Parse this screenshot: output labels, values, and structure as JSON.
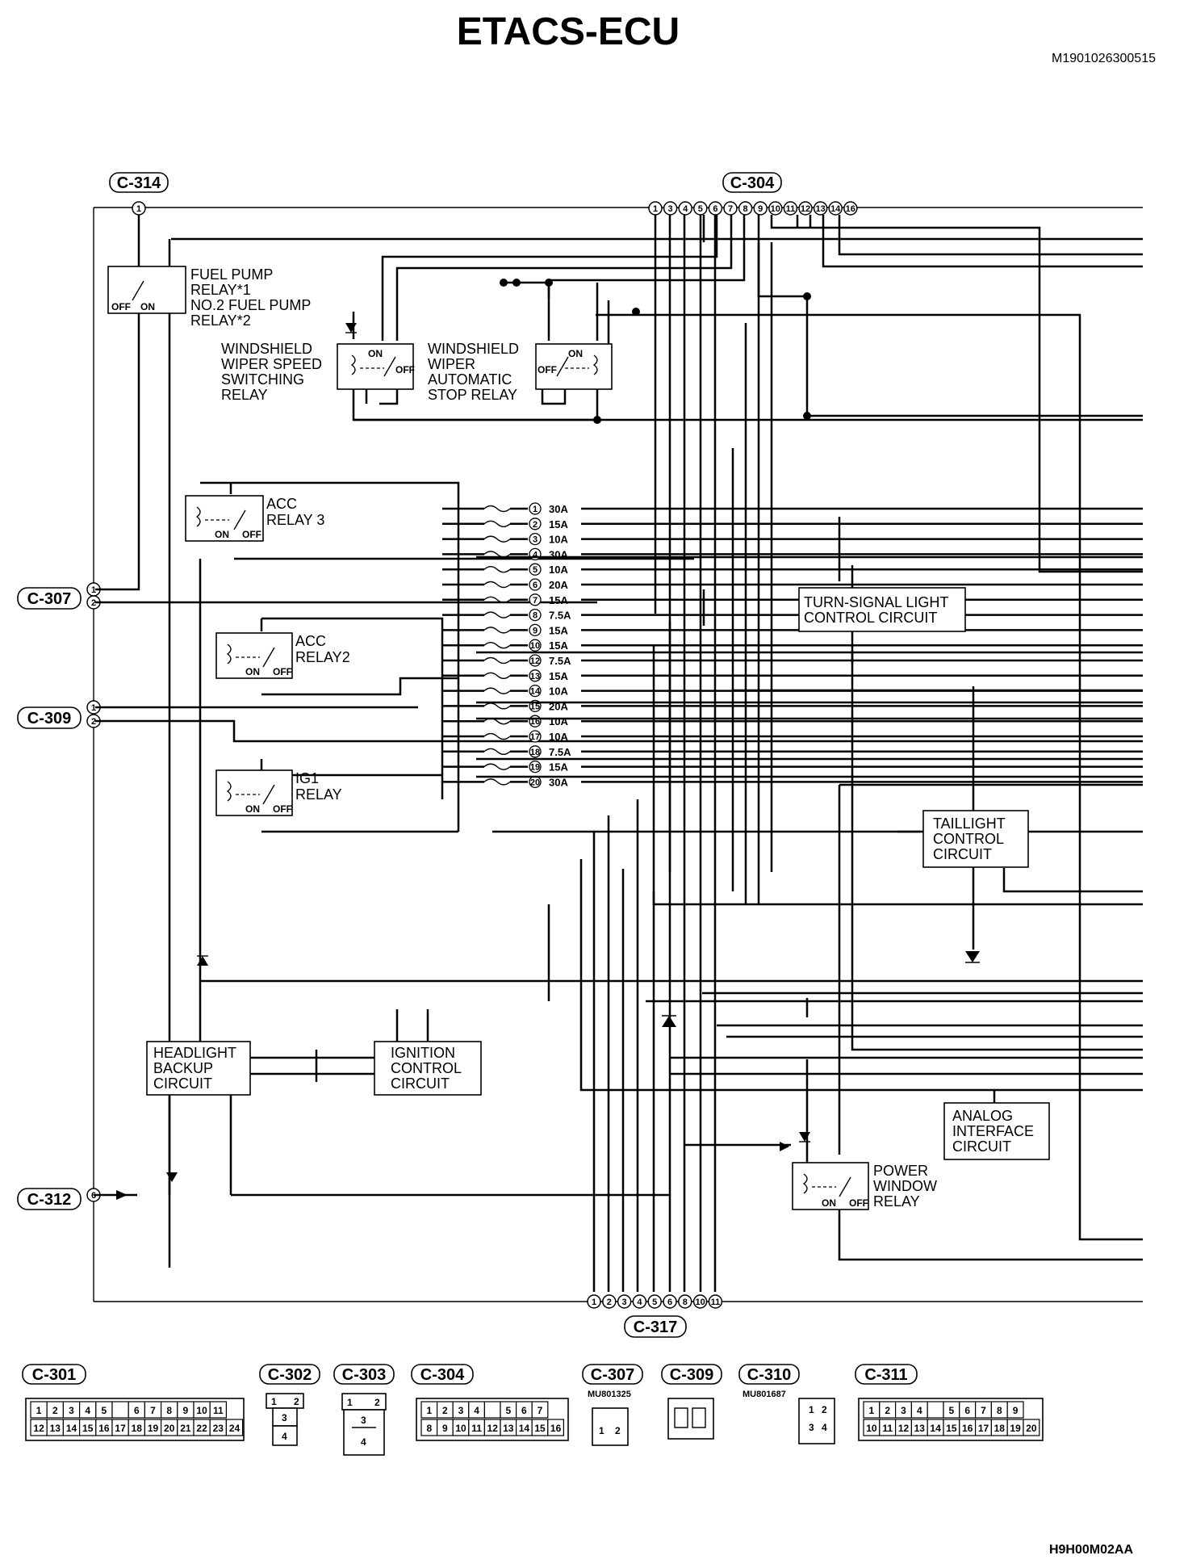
{
  "title": "ETACS-ECU",
  "reference_code": "M1901026300515",
  "figure_code": "H9H00M02AA",
  "connectors": {
    "top_left": "C-314",
    "top_right": "C-304",
    "left_1": "C-307",
    "left_2": "C-309",
    "left_3": "C-312",
    "bottom": "C-317"
  },
  "pins": {
    "c314": [
      "1"
    ],
    "c304": [
      "1",
      "3",
      "4",
      "5",
      "6",
      "7",
      "8",
      "9",
      "10",
      "11",
      "12",
      "13",
      "14",
      "16"
    ],
    "c307": [
      "1",
      "2"
    ],
    "c309": [
      "1",
      "2"
    ],
    "c312": [
      "6"
    ],
    "c317": [
      "1",
      "2",
      "3",
      "4",
      "5",
      "6",
      "8",
      "10",
      "11"
    ]
  },
  "components": {
    "fuel_pump_relay": [
      "FUEL PUMP",
      "RELAY*1",
      "NO.2 FUEL PUMP",
      "RELAY*2"
    ],
    "wiper_speed_relay": [
      "WINDSHIELD",
      "WIPER SPEED",
      "SWITCHING",
      "RELAY"
    ],
    "wiper_stop_relay": [
      "WINDSHIELD",
      "WIPER",
      "AUTOMATIC",
      "STOP RELAY"
    ],
    "acc_relay3": [
      "ACC",
      "RELAY 3"
    ],
    "acc_relay2": [
      "ACC",
      "RELAY2"
    ],
    "ig1_relay": [
      "IG1",
      "RELAY"
    ],
    "turn_signal": [
      "TURN-SIGNAL LIGHT",
      "CONTROL CIRCUIT"
    ],
    "taillight": [
      "TAILLIGHT",
      "CONTROL",
      "CIRCUIT"
    ],
    "headlight_backup": [
      "HEADLIGHT",
      "BACKUP",
      "CIRCUIT"
    ],
    "ignition_control": [
      "IGNITION",
      "CONTROL",
      "CIRCUIT"
    ],
    "analog_interface": [
      "ANALOG",
      "INTERFACE",
      "CIRCUIT"
    ],
    "power_window_relay": [
      "POWER",
      "WINDOW",
      "RELAY"
    ]
  },
  "relay_contacts": {
    "on": "ON",
    "off": "OFF"
  },
  "fuses": [
    {
      "num": "1",
      "amp": "30A"
    },
    {
      "num": "2",
      "amp": "15A"
    },
    {
      "num": "3",
      "amp": "10A"
    },
    {
      "num": "4",
      "amp": "30A"
    },
    {
      "num": "5",
      "amp": "10A"
    },
    {
      "num": "6",
      "amp": "20A"
    },
    {
      "num": "7",
      "amp": "15A"
    },
    {
      "num": "8",
      "amp": "7.5A"
    },
    {
      "num": "9",
      "amp": "15A"
    },
    {
      "num": "10",
      "amp": "15A"
    },
    {
      "num": "12",
      "amp": "7.5A"
    },
    {
      "num": "13",
      "amp": "15A"
    },
    {
      "num": "14",
      "amp": "10A"
    },
    {
      "num": "15",
      "amp": "20A"
    },
    {
      "num": "16",
      "amp": "10A"
    },
    {
      "num": "17",
      "amp": "10A"
    },
    {
      "num": "18",
      "amp": "7.5A"
    },
    {
      "num": "19",
      "amp": "15A"
    },
    {
      "num": "20",
      "amp": "30A"
    }
  ],
  "connector_views": {
    "c301": {
      "label": "C-301",
      "row1": [
        "1",
        "2",
        "3",
        "4",
        "5",
        "",
        "6",
        "7",
        "8",
        "9",
        "10",
        "11"
      ],
      "row2": [
        "12",
        "13",
        "14",
        "15",
        "16",
        "17",
        "18",
        "19",
        "20",
        "21",
        "22",
        "23",
        "24"
      ]
    },
    "c302": {
      "label": "C-302",
      "cells": [
        "1",
        "2",
        "3",
        "4"
      ]
    },
    "c303": {
      "label": "C-303",
      "cells": [
        "1",
        "2",
        "3",
        "4"
      ]
    },
    "c304": {
      "label": "C-304",
      "row1": [
        "1",
        "2",
        "3",
        "4",
        "",
        "5",
        "6",
        "7"
      ],
      "row2": [
        "8",
        "9",
        "10",
        "11",
        "12",
        "13",
        "14",
        "15",
        "16"
      ]
    },
    "c307": {
      "label": "C-307",
      "part": "MU801325",
      "cells": [
        "1",
        "2"
      ]
    },
    "c309": {
      "label": "C-309"
    },
    "c310": {
      "label": "C-310",
      "part": "MU801687",
      "cells": [
        "1",
        "2",
        "3",
        "4"
      ]
    },
    "c311": {
      "label": "C-311",
      "row1": [
        "1",
        "2",
        "3",
        "4",
        "",
        "5",
        "6",
        "7",
        "8",
        "9"
      ],
      "row2": [
        "10",
        "11",
        "12",
        "13",
        "14",
        "15",
        "16",
        "17",
        "18",
        "19",
        "20"
      ]
    }
  }
}
